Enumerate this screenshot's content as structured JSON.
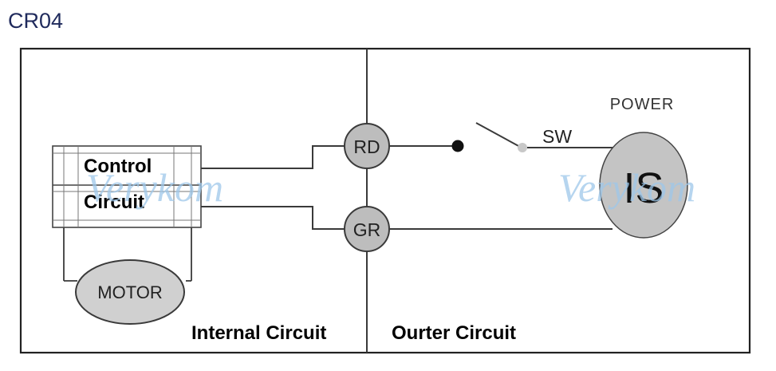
{
  "title": "CR04",
  "watermark": "Verykom",
  "control_box": {
    "line1": "Control",
    "line2": "Circuit"
  },
  "motor_label": "MOTOR",
  "terminals": {
    "rd": "RD",
    "gr": "GR"
  },
  "switch_label": "SW",
  "power": {
    "label": "POWER",
    "symbol": "IS"
  },
  "sections": {
    "internal": "Internal Circuit",
    "outer": "Ourter Circuit"
  },
  "colors": {
    "title": "#1f2a5c",
    "line": "#3a3a3a",
    "frame": "#222222",
    "terminal_fill": "#bdbdbd",
    "power_fill": "#c4c4c4",
    "watermark": "#9ec7ea"
  }
}
